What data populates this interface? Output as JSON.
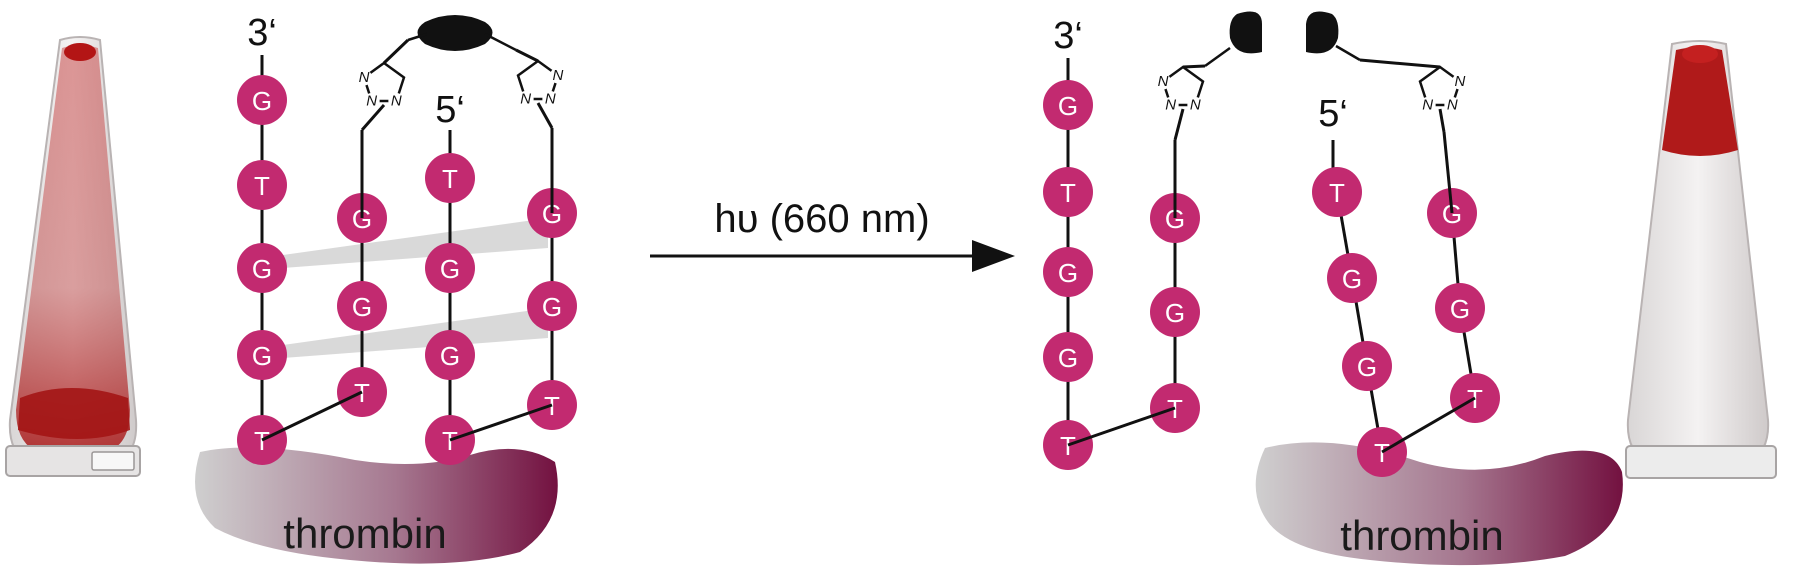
{
  "colors": {
    "nucleotide": "#c22a70",
    "backbone": "#111111",
    "quartet_plane": "#d2d2d2",
    "protein_light": "#c8c8c8",
    "protein_dark": "#7a1347",
    "blood": "#b81e1e",
    "photocage": "#111111"
  },
  "icons": [
    "tube-before-icon",
    "tube-after-icon",
    "photocleavable-linker-icon",
    "triazole-icon",
    "reaction-arrow-icon"
  ],
  "arrow": {
    "label": "hυ (660 nm)"
  },
  "left_structure": {
    "label_3prime": "3‘",
    "label_5prime": "5‘",
    "protein_label": "thrombin",
    "strand_a": [
      "G",
      "T",
      "G",
      "G",
      "T"
    ],
    "strand_b": [
      "G",
      "G",
      "T"
    ],
    "strand_c": [
      "T",
      "G",
      "G",
      "T"
    ],
    "strand_d": [
      "G",
      "G",
      "T"
    ]
  },
  "right_structure": {
    "label_3prime": "3‘",
    "label_5prime": "5‘",
    "protein_label": "thrombin",
    "strand_a": [
      "G",
      "T",
      "G",
      "G",
      "T"
    ],
    "strand_b": [
      "G",
      "G",
      "T"
    ],
    "strand_c": [
      "T",
      "G",
      "G",
      "T"
    ],
    "strand_d": [
      "G",
      "G",
      "T"
    ]
  },
  "triazole_atoms": [
    "N",
    "N",
    "N"
  ]
}
